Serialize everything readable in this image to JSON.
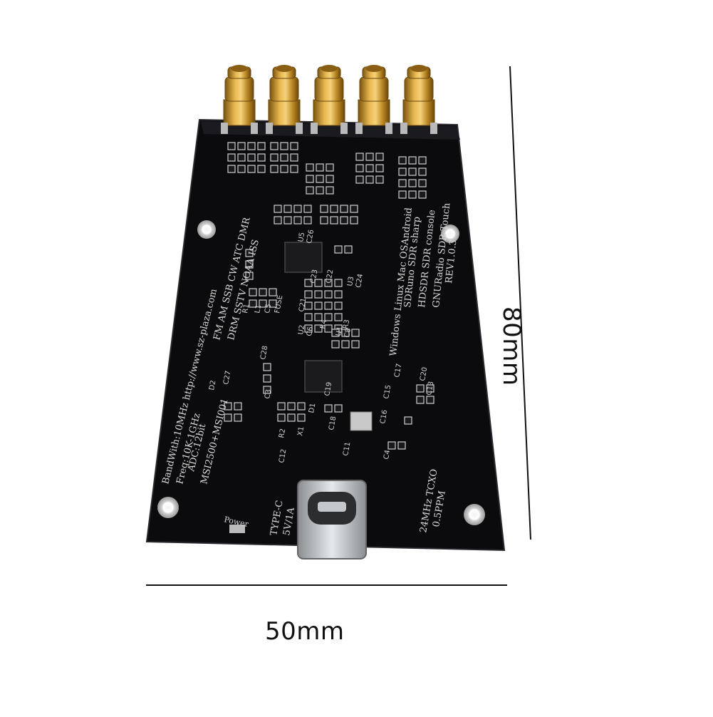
{
  "dimensions": {
    "width_label": "50mm",
    "height_label": "80mm"
  },
  "board": {
    "silkscreen_lines": [
      "BandWith:10MHz  http://www.sz-plaza.com",
      "Freq:10K-1GHz",
      "ADC:12bit",
      "MSI2500+MSI001",
      "FM AM SSB CW ATC DMR",
      "DRM SSTV NOAA ISS"
    ],
    "software_lines": [
      "Windows Linux Mac OSAndroid",
      "SDRuno SDR sharp",
      "HDSDR SDR console",
      "GNURadio SDR Touch",
      "REV1.0.3"
    ],
    "connector_labels": [
      "TYPE-C",
      "5V/1A",
      "Power"
    ],
    "tcxo_labels": [
      "24MHz TCXO",
      "0.5PPM"
    ],
    "component_labels": [
      "U5",
      "U3",
      "U2",
      "U1",
      "C27",
      "C28",
      "C17",
      "C20",
      "C13",
      "C15",
      "C16",
      "C12",
      "C11",
      "R2",
      "X1",
      "D1",
      "D2",
      "C3",
      "C4",
      "R1",
      "L1",
      "C5",
      "FUSE",
      "C21",
      "R4",
      "R3",
      "C22",
      "C23",
      "C18",
      "C19",
      "C26",
      "C24",
      "C6",
      "C8"
    ],
    "sma_connector_count": 5,
    "colors": {
      "pcb": "#0b0b0d",
      "silkscreen": "#d8d8d8",
      "gold": "#c8962e",
      "usb": "#bfc3c6"
    }
  }
}
